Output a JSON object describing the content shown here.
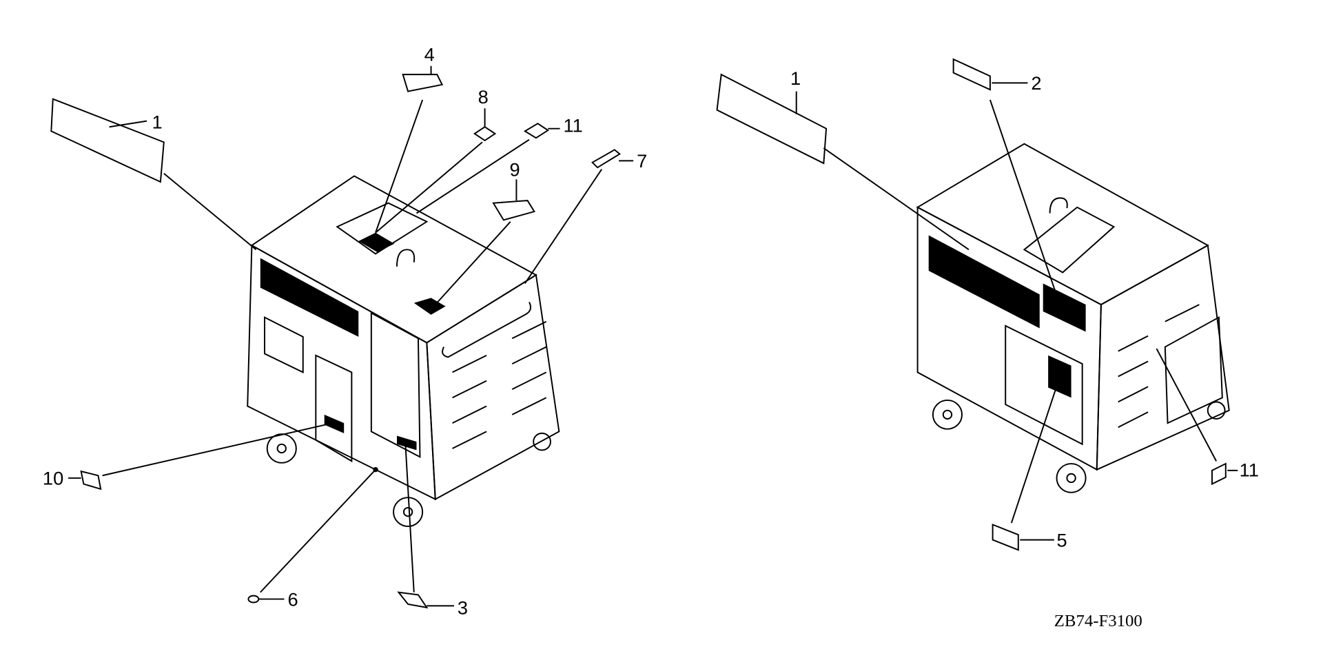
{
  "diagram_code": "ZB74-F3100",
  "left_view": {
    "callouts": [
      "1",
      "4",
      "8",
      "11",
      "7",
      "9",
      "10",
      "6",
      "3"
    ]
  },
  "right_view": {
    "callouts": [
      "1",
      "2",
      "5",
      "11"
    ]
  }
}
